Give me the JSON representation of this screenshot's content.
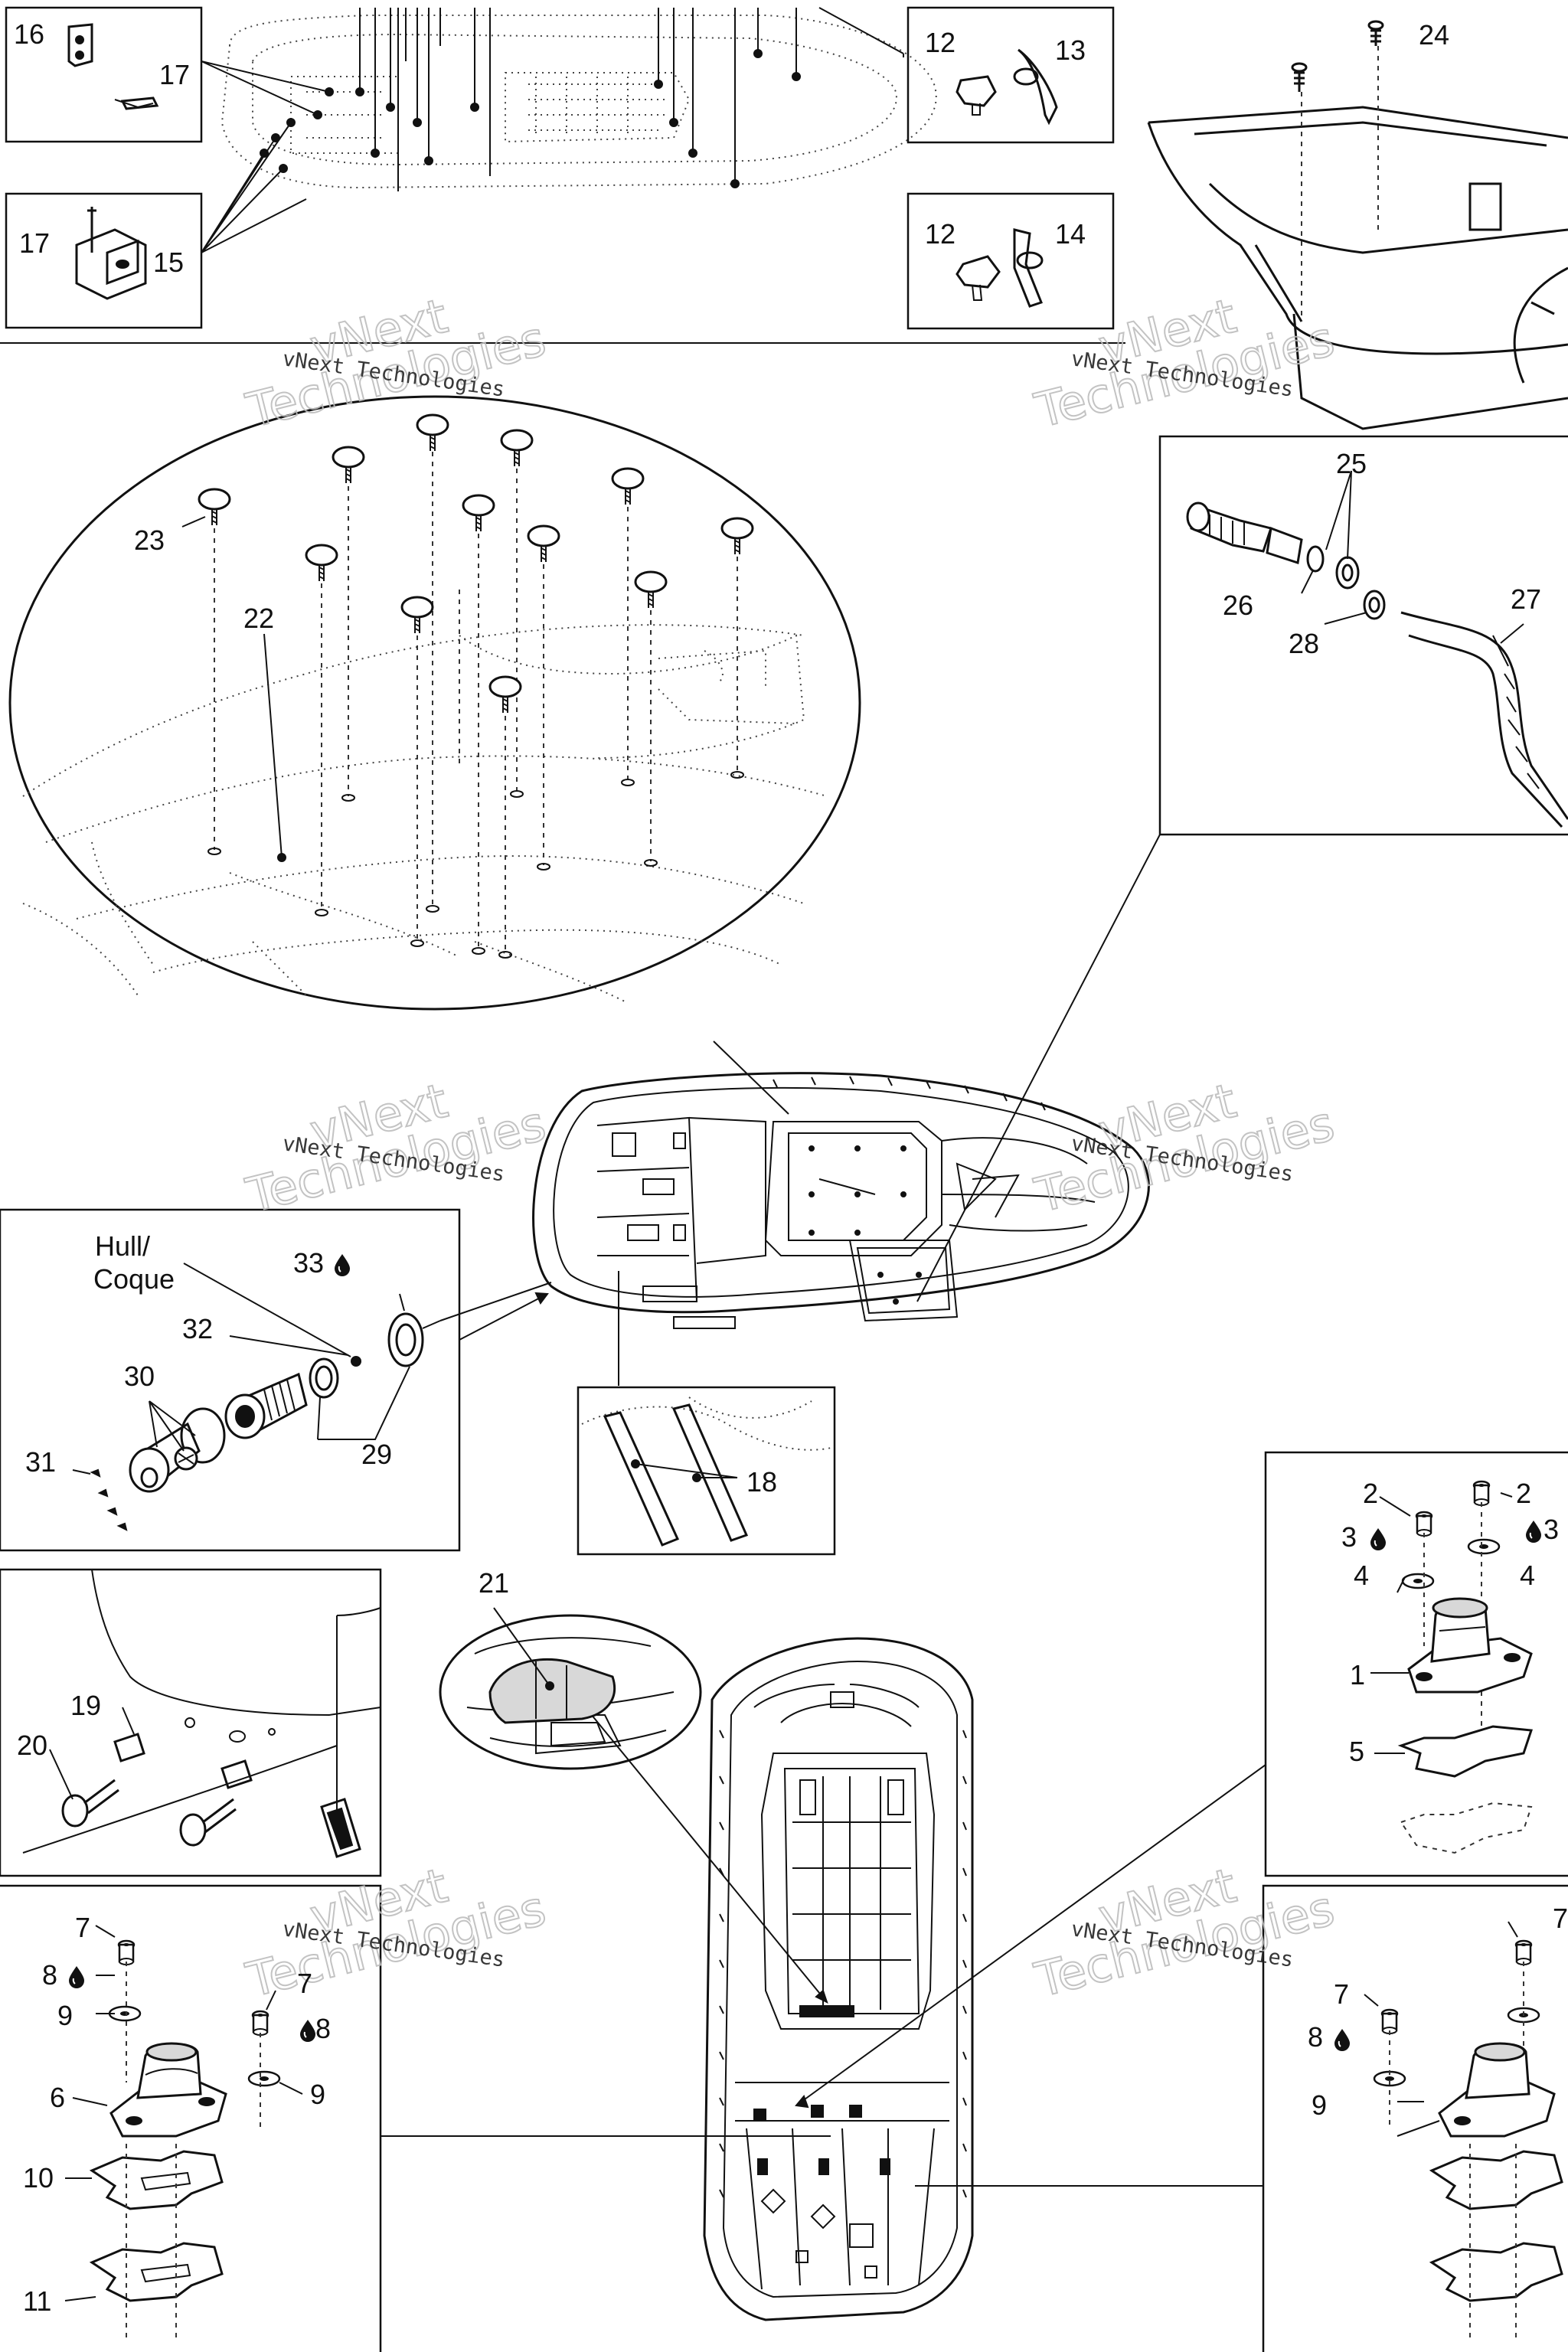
{
  "diagram": {
    "part_numbers": [
      "1",
      "2",
      "3",
      "4",
      "5",
      "6",
      "7",
      "8",
      "9",
      "10",
      "11",
      "12",
      "13",
      "14",
      "15",
      "16",
      "17",
      "18",
      "19",
      "20",
      "21",
      "22",
      "23",
      "24",
      "25",
      "26",
      "27",
      "28",
      "29",
      "30",
      "31",
      "32",
      "33"
    ],
    "hull_label": "Hull/",
    "coque_label": "Coque",
    "watermark_small": "vNext Technologies",
    "watermark_big_1": "vNext",
    "watermark_big_2": "Technologies",
    "drop_icon": "droplet-icon"
  }
}
